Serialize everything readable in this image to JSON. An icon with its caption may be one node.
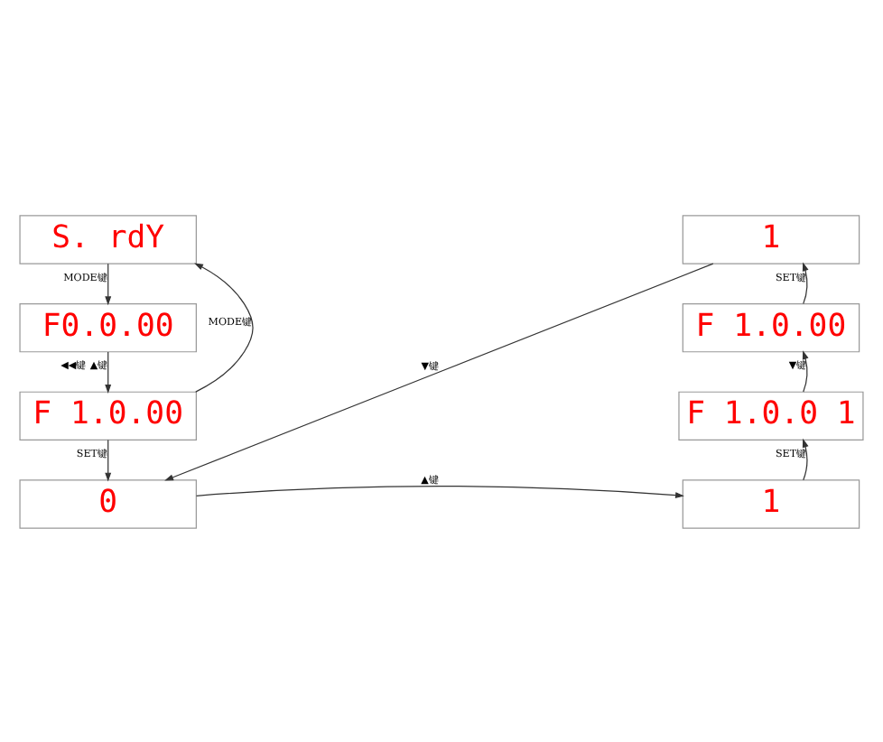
{
  "diagram": {
    "nodes": [
      {
        "text": [
          "S. rdY"
        ]
      },
      {
        "text": [
          "F0.0.00"
        ]
      },
      {
        "text": [
          "F 1.0.00"
        ]
      },
      {
        "text": [
          "0"
        ]
      },
      {
        "text": [
          "1"
        ]
      },
      {
        "text": [
          "F 1.0.00"
        ]
      },
      {
        "text": [
          "F 1.0.0 1"
        ]
      },
      {
        "text": [
          "1"
        ]
      }
    ],
    "edges": [
      {
        "from": 0,
        "to": 1,
        "arrow": "to",
        "label": "MODE键"
      },
      {
        "from": 1,
        "to": 2,
        "arrow": "to",
        "label": "◀◀键 ▲键"
      },
      {
        "from": 2,
        "to": 0,
        "arrow": "to",
        "label": "MODE键"
      },
      {
        "from": 2,
        "to": 3,
        "arrow": "to",
        "label": "SET键"
      },
      {
        "from": 3,
        "to": 7,
        "arrow": "to",
        "label": "▲键"
      },
      {
        "from": 7,
        "to": 6,
        "arrow": "to",
        "label": "SET键"
      },
      {
        "from": 6,
        "to": 5,
        "arrow": "to",
        "label": "▼键"
      },
      {
        "from": 5,
        "to": 4,
        "arrow": "to",
        "label": "SET键"
      },
      {
        "from": 4,
        "to": 3,
        "arrow": "to",
        "label": "▼键"
      }
    ]
  }
}
